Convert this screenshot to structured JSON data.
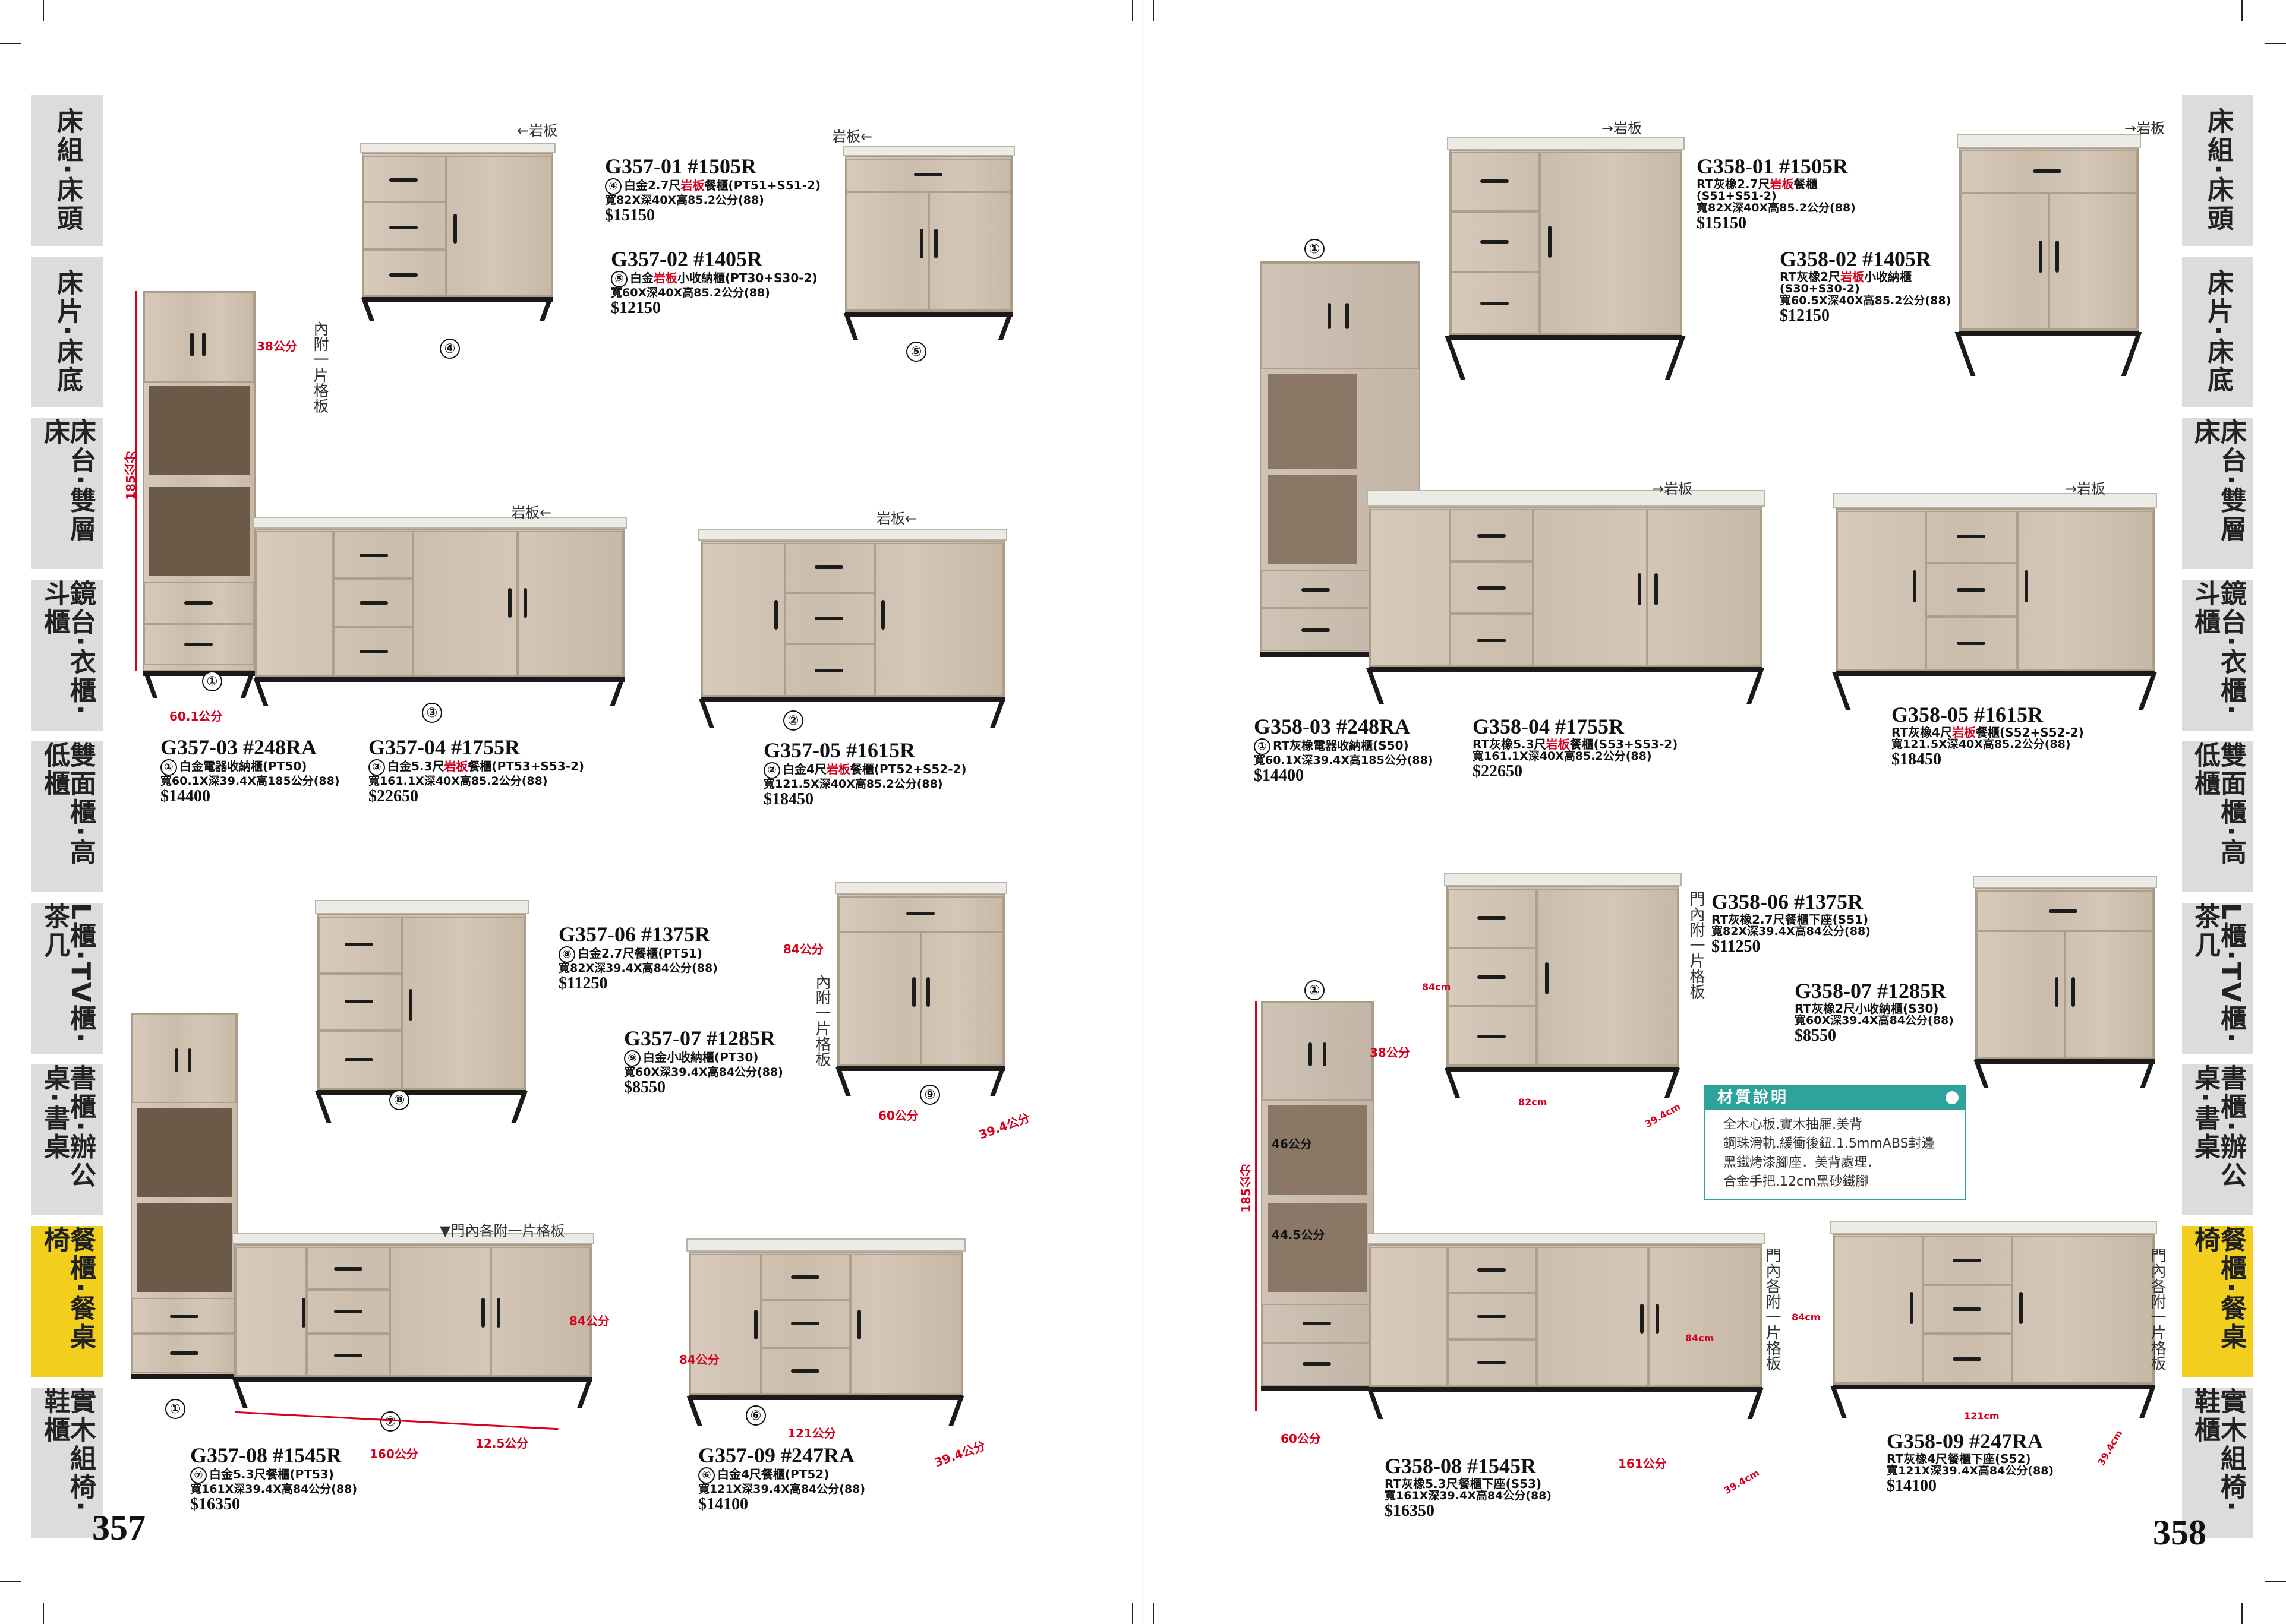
{
  "pages": {
    "left": "357",
    "right": "358"
  },
  "side_tabs": [
    {
      "label": "床組‧床頭",
      "active": false
    },
    {
      "label": "床片‧床底",
      "active": false
    },
    {
      "label": "床台‧雙層床",
      "active": false
    },
    {
      "label": "鏡台‧衣櫃‧斗櫃",
      "active": false
    },
    {
      "label": "雙面櫃‧高低櫃",
      "active": false
    },
    {
      "label": "L櫃‧TV櫃‧茶几",
      "active": false
    },
    {
      "label": "書櫃‧辦公桌‧書桌",
      "active": false
    },
    {
      "label": "餐櫃‧餐桌椅",
      "active": true
    },
    {
      "label": "實木組椅‧鞋櫃",
      "active": false
    }
  ],
  "annotations": {
    "rock": "岩板",
    "inner_shelf": "內附一片格板",
    "door_shelf": "門內附一片格板",
    "door_each_shelf": "門內各附一片格板",
    "door_each_shelf_h": "▼門內各附一片格板"
  },
  "dims": {
    "d185": "185公分",
    "d38": "38公分",
    "d46": "46公分",
    "d445": "44.5公分",
    "d601": "60.1公分",
    "d60": "60公分",
    "d84": "84公分",
    "d394": "39.4公分",
    "d160": "160公分",
    "d125": "12.5公分",
    "d121": "121公分",
    "d161": "161公分",
    "c84": "84cm",
    "c82": "82cm",
    "c394": "39.4cm",
    "c121": "121cm"
  },
  "circles": [
    "①",
    "②",
    "③",
    "④",
    "⑤",
    "⑥",
    "⑦",
    "⑧",
    "⑨"
  ],
  "products": {
    "g357_01": {
      "code": "G357-01  #1505R",
      "n": "④",
      "d1": "白金2.7尺",
      "red": "岩板",
      "d2": "餐櫃(PT51+S51-2)",
      "size": "寬82X深40X高85.2公分(88)",
      "price": "$15150"
    },
    "g357_02": {
      "code": "G357-02  #1405R",
      "n": "⑤",
      "d1": "白金",
      "red": "岩板",
      "d2": "小收納櫃(PT30+S30-2)",
      "size": "寬60X深40X高85.2公分(88)",
      "price": "$12150"
    },
    "g357_03": {
      "code": "G357-03  #248RA",
      "n": "①",
      "d1": "白金電器收納櫃(PT50)",
      "size": "寬60.1X深39.4X高185公分(88)",
      "price": "$14400"
    },
    "g357_04": {
      "code": "G357-04  #1755R",
      "n": "③",
      "d1": "白金5.3尺",
      "red": "岩板",
      "d2": "餐櫃(PT53+S53-2)",
      "size": "寬161.1X深40X高85.2公分(88)",
      "price": "$22650"
    },
    "g357_05": {
      "code": "G357-05  #1615R",
      "n": "②",
      "d1": "白金4尺",
      "red": "岩板",
      "d2": "餐櫃(PT52+S52-2)",
      "size": "寬121.5X深40X高85.2公分(88)",
      "price": "$18450"
    },
    "g357_06": {
      "code": "G357-06  #1375R",
      "n": "⑧",
      "d1": "白金2.7尺餐櫃(PT51)",
      "size": "寬82X深39.4X高84公分(88)",
      "price": "$11250"
    },
    "g357_07": {
      "code": "G357-07  #1285R",
      "n": "⑨",
      "d1": "白金小收納櫃(PT30)",
      "size": "寬60X深39.4X高84公分(88)",
      "price": "$8550"
    },
    "g357_08": {
      "code": "G357-08  #1545R",
      "n": "⑦",
      "d1": "白金5.3尺餐櫃(PT53)",
      "size": "寬161X深39.4X高84公分(88)",
      "price": "$16350"
    },
    "g357_09": {
      "code": "G357-09  #247RA",
      "n": "⑥",
      "d1": "白金4尺餐櫃(PT52)",
      "size": "寬121X深39.4X高84公分(88)",
      "price": "$14100"
    },
    "g358_01": {
      "code": "G358-01  #1505R",
      "d1": "RT灰橡2.7尺",
      "red": "岩板",
      "d2": "餐櫃",
      "d3": "(S51+S51-2)",
      "size": "寬82X深40X高85.2公分(88)",
      "price": "$15150"
    },
    "g358_02": {
      "code": "G358-02  #1405R",
      "d1": "RT灰橡2尺",
      "red": "岩板",
      "d2": "小收納櫃",
      "d3": "(S30+S30-2)",
      "size": "寬60.5X深40X高85.2公分(88)",
      "price": "$12150"
    },
    "g358_03": {
      "code": "G358-03  #248RA",
      "n": "①",
      "d1": "RT灰橡電器收納櫃(S50)",
      "size": "寬60.1X深39.4X高185公分(88)",
      "price": "$14400"
    },
    "g358_04": {
      "code": "G358-04  #1755R",
      "d1": "RT灰橡5.3尺",
      "red": "岩板",
      "d2": "餐櫃(S53+S53-2)",
      "size": "寬161.1X深40X高85.2公分(88)",
      "price": "$22650"
    },
    "g358_05": {
      "code": "G358-05  #1615R",
      "d1": "RT灰橡4尺",
      "red": "岩板",
      "d2": "餐櫃(S52+S52-2)",
      "size": "寬121.5X深40X高85.2公分(88)",
      "price": "$18450"
    },
    "g358_06": {
      "code": "G358-06  #1375R",
      "d1": "RT灰橡2.7尺餐櫃下座(S51)",
      "size": "寬82X深39.4X高84公分(88)",
      "price": "$11250"
    },
    "g358_07": {
      "code": "G358-07  #1285R",
      "d1": "RT灰橡2尺小收納櫃(S30)",
      "size": "寬60X深39.4X高84公分(88)",
      "price": "$8550"
    },
    "g358_08": {
      "code": "G358-08  #1545R",
      "d1": "RT灰橡5.3尺餐櫃下座(S53)",
      "size": "寬161X深39.4X高84公分(88)",
      "price": "$16350"
    },
    "g358_09": {
      "code": "G358-09  #247RA",
      "d1": "RT灰橡4尺餐櫃下座(S52)",
      "size": "寬121X深39.4X高84公分(88)",
      "price": "$14100"
    }
  },
  "material": {
    "title": "材質說明",
    "lines": [
      "全木心板.實木抽屜.美背",
      "鋼珠滑軌.緩衝後鈕.1.5mmABS封邊",
      "黑鐵烤漆腳座．美背處理．",
      "合金手把.12cm黑砂鐵腳"
    ]
  }
}
